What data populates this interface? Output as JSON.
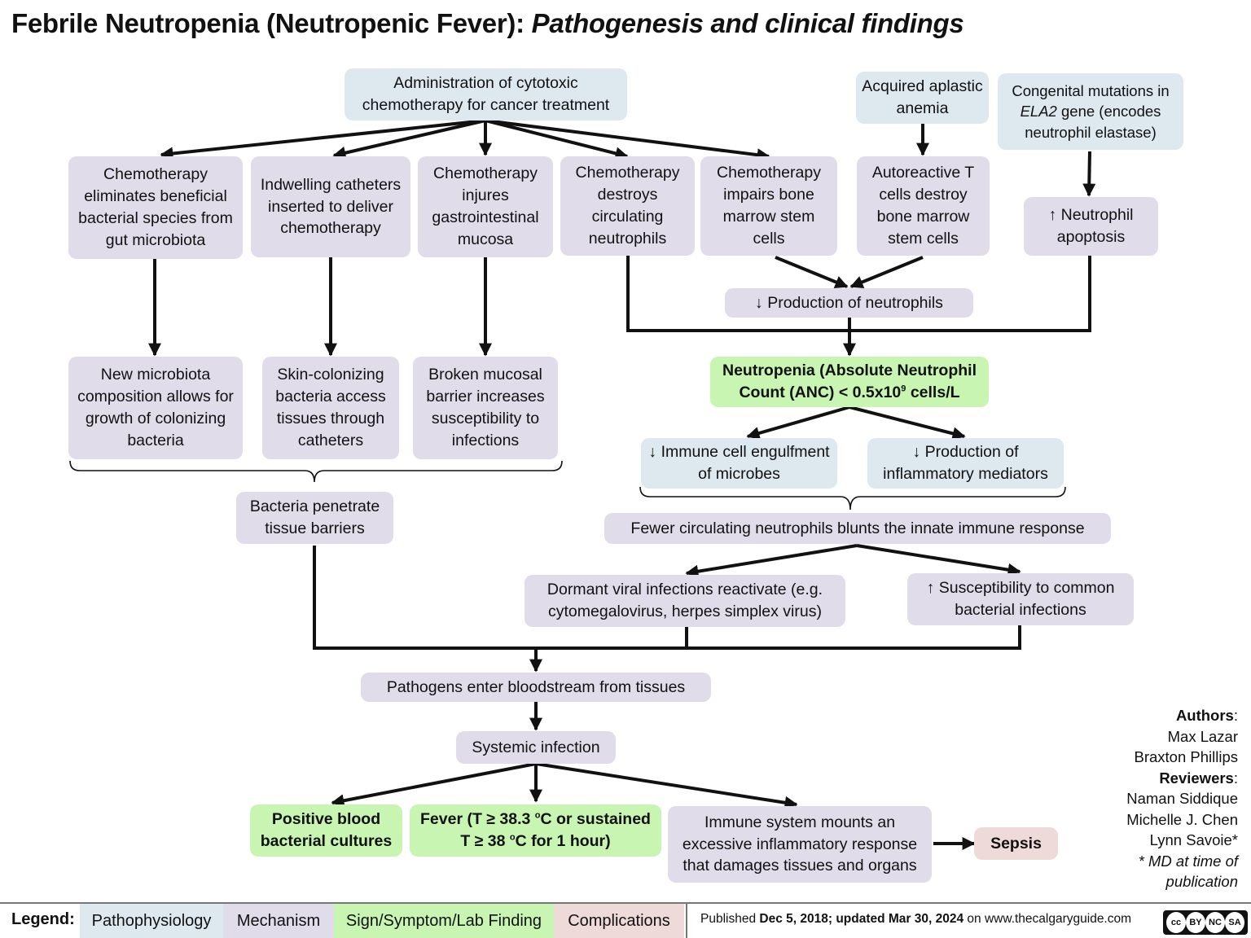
{
  "title": {
    "main": "Febrile Neutropenia (Neutropenic Fever):",
    "subtitle": "Pathogenesis and clinical findings"
  },
  "nodes": {
    "chemo_admin": "Administration of cytotoxic chemotherapy for cancer treatment",
    "aplastic_anemia": "Acquired aplastic anemia",
    "congenital_pre": "Congenital mutations in",
    "congenital_gene": "ELA2",
    "congenital_post": "gene (encodes neutrophil elastase)",
    "chemo_gut": "Chemotherapy eliminates beneficial bacterial species from gut microbiota",
    "catheters": "Indwelling catheters inserted to deliver chemotherapy",
    "chemo_gi": "Chemotherapy injures gastrointestinal mucosa",
    "chemo_neutrophils": "Chemotherapy destroys circulating neutrophils",
    "chemo_marrow": "Chemotherapy impairs bone marrow stem cells",
    "autoreactive_t": "Autoreactive T cells destroy bone marrow stem cells",
    "neutrophil_apoptosis": "↑ Neutrophil apoptosis",
    "production_neutrophils": "↓ Production of neutrophils",
    "new_microbiota": "New microbiota composition allows for growth of colonizing bacteria",
    "skin_bacteria": "Skin-colonizing bacteria access tissues through catheters",
    "broken_barrier": "Broken mucosal barrier increases susceptibility to infections",
    "neutropenia_line1": "Neutropenia (Absolute Neutrophil",
    "neutropenia_line2_pre": "Count (ANC) < 0.5x10",
    "neutropenia_sup": "9",
    "neutropenia_line2_post": " cells/L",
    "immune_engulfment": "↓ Immune cell engulfment of microbes",
    "inflammatory_mediators": "↓ Production of inflammatory mediators",
    "bacteria_penetrate": "Bacteria penetrate tissue barriers",
    "fewer_neutrophils": "Fewer circulating neutrophils blunts the innate immune response",
    "dormant_viral": "Dormant viral infections reactivate (e.g. cytomegalovirus, herpes simplex virus)",
    "bacterial_susceptibility": "↑ Susceptibility to common bacterial infections",
    "pathogens_bloodstream": "Pathogens enter bloodstream from tissues",
    "systemic_infection": "Systemic infection",
    "blood_cultures": "Positive blood bacterial cultures",
    "fever_pre": "Fever (T ≥ 38.3 ",
    "fever_unit1": "o",
    "fever_mid": "C or sustained T ≥ 38 ",
    "fever_unit2": "o",
    "fever_post": "C for 1 hour)",
    "immune_response": "Immune system mounts an excessive inflammatory response that damages tissues and organs",
    "sepsis": "Sepsis"
  },
  "authors": {
    "authors_label": "Authors",
    "authors": [
      "Max Lazar",
      "Braxton Phillips"
    ],
    "reviewers_label": "Reviewers",
    "reviewers": [
      "Naman Siddique",
      "Michelle J. Chen",
      "Lynn Savoie*"
    ],
    "note": "* MD at time of publication"
  },
  "legend": {
    "label": "Legend:",
    "items": [
      {
        "label": "Pathophysiology",
        "color": "#dde9ef"
      },
      {
        "label": "Mechanism",
        "color": "#e0dcea"
      },
      {
        "label": "Sign/Symptom/Lab Finding",
        "color": "#c8f5b2"
      },
      {
        "label": "Complications",
        "color": "#efdada"
      }
    ]
  },
  "footer": {
    "published_pre": "Published ",
    "published_date": "Dec 5, 2018; updated Mar 30, 2024",
    "published_post": " on www.thecalgaryguide.com",
    "license_icon": "cc-by-nc-sa-icon",
    "license_text": [
      "cc",
      "BY",
      "NC",
      "SA"
    ]
  }
}
